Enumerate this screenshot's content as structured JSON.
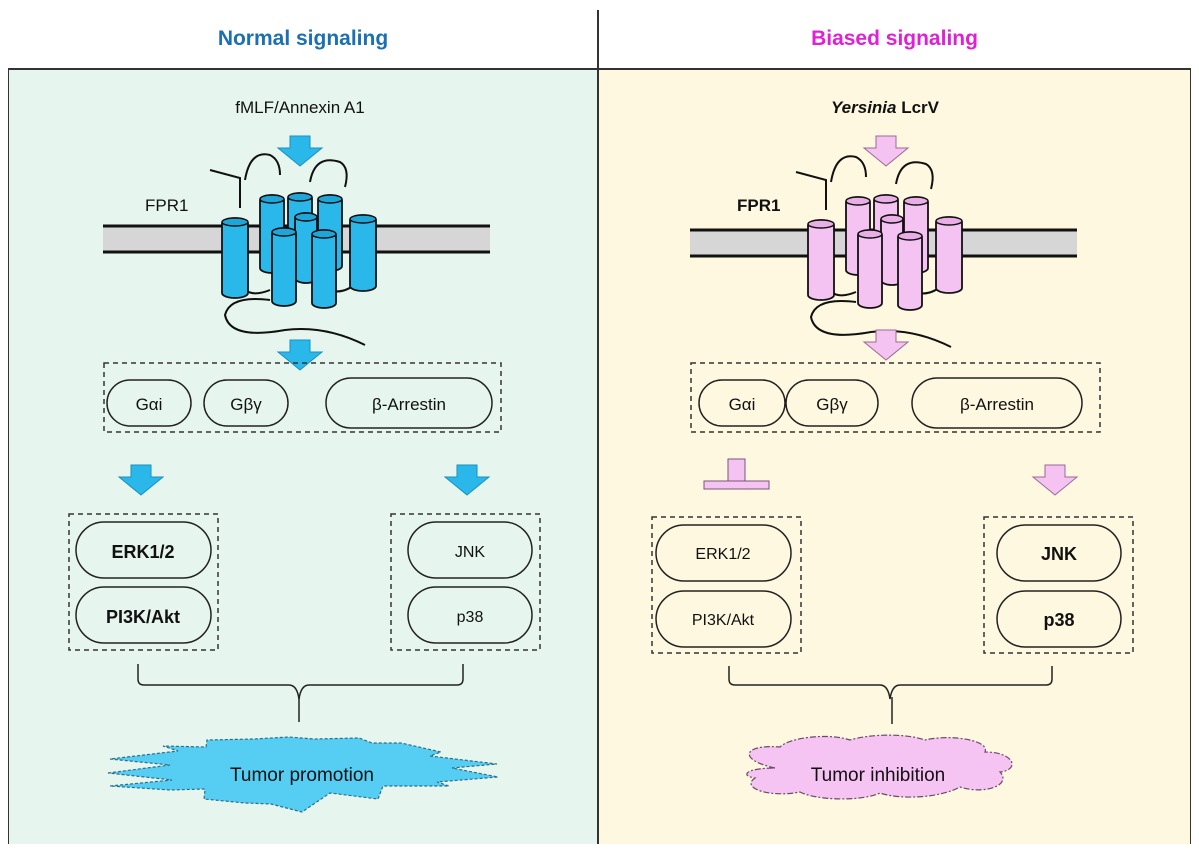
{
  "left": {
    "title": "Normal signaling",
    "ligand": "fMLF/Annexin A1",
    "receptor": "FPR1",
    "transducers": [
      "Gαi",
      "Gβγ",
      "β-Arrestin"
    ],
    "left_group": [
      "ERK1/2",
      "PI3K/Akt"
    ],
    "right_group": [
      "JNK",
      "p38"
    ],
    "left_arrow": "activate",
    "right_arrow": "activate",
    "outcome": "Tumor promotion"
  },
  "right": {
    "title": "Biased signaling",
    "ligand_italic": "Yersinia",
    "ligand_rest": " LcrV",
    "receptor": "FPR1",
    "transducers": [
      "Gαi",
      "Gβγ",
      "β-Arrestin"
    ],
    "left_group": [
      "ERK1/2",
      "PI3K/Akt"
    ],
    "right_group": [
      "JNK",
      "p38"
    ],
    "left_arrow": "inhibit",
    "right_arrow": "activate",
    "outcome": "Tumor inhibition"
  },
  "colors": {
    "normal_title": "#1b6fb3",
    "biased_title": "#e020d6",
    "normal_bg": "#e6f6ee",
    "biased_bg": "#fdf8df",
    "normal_accent": "#2ab8ea",
    "biased_accent": "#f4c3f2"
  }
}
